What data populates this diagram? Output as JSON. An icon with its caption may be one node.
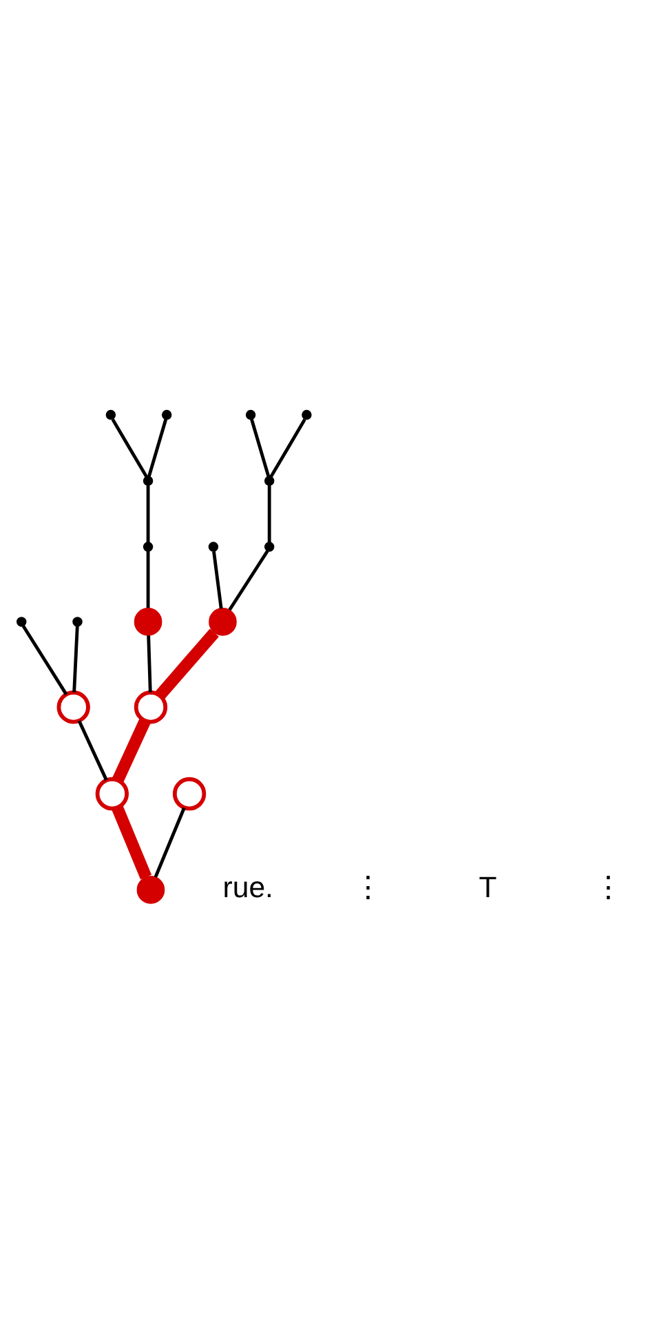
{
  "diagram": {
    "nodes": [
      {
        "text": [],
        "shape": "point"
      },
      {
        "text": [],
        "shape": "point"
      },
      {
        "text": [],
        "shape": "point"
      },
      {
        "text": [],
        "shape": "point"
      },
      {
        "text": [],
        "shape": "point"
      },
      {
        "text": [],
        "shape": "point"
      },
      {
        "text": [],
        "shape": "point"
      },
      {
        "text": [],
        "shape": "point"
      },
      {
        "text": [],
        "shape": "point"
      },
      {
        "text": [],
        "shape": "dot"
      },
      {
        "text": [],
        "shape": "dot"
      },
      {
        "text": [],
        "shape": "point"
      },
      {
        "text": [],
        "shape": "point"
      },
      {
        "text": [],
        "shape": "circle"
      },
      {
        "text": [],
        "shape": "circle"
      },
      {
        "text": [],
        "shape": "circle"
      },
      {
        "text": [],
        "shape": "circle"
      },
      {
        "text": [],
        "shape": "dot"
      }
    ],
    "edges": [
      {
        "from": 17,
        "to": 15,
        "arrow": "none",
        "style": "thick",
        "color": "#d40000"
      },
      {
        "from": 17,
        "to": 16,
        "arrow": "none"
      },
      {
        "from": 15,
        "to": 13,
        "arrow": "none"
      },
      {
        "from": 15,
        "to": 14,
        "arrow": "none",
        "style": "thick",
        "color": "#d40000"
      },
      {
        "from": 13,
        "to": 11,
        "arrow": "none"
      },
      {
        "from": 13,
        "to": 12,
        "arrow": "none"
      },
      {
        "from": 14,
        "to": 9,
        "arrow": "none"
      },
      {
        "from": 14,
        "to": 10,
        "arrow": "none",
        "style": "thick",
        "color": "#d40000"
      },
      {
        "from": 9,
        "to": 6,
        "arrow": "none"
      },
      {
        "from": 6,
        "to": 4,
        "arrow": "none"
      },
      {
        "from": 4,
        "to": 0,
        "arrow": "none"
      },
      {
        "from": 4,
        "to": 1,
        "arrow": "none"
      },
      {
        "from": 10,
        "to": 7,
        "arrow": "none"
      },
      {
        "from": 10,
        "to": 8,
        "arrow": "none"
      },
      {
        "from": 8,
        "to": 5,
        "arrow": "none"
      },
      {
        "from": 5,
        "to": 2,
        "arrow": "none"
      },
      {
        "from": 5,
        "to": 3,
        "arrow": "none"
      }
    ],
    "labels": [
      "rue.",
      "⋮",
      "T",
      "⋮"
    ]
  }
}
